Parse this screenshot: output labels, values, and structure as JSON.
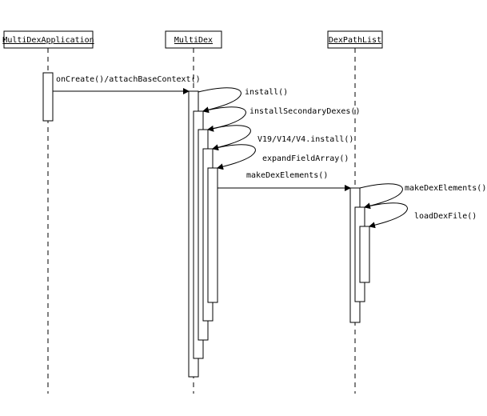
{
  "participants": [
    {
      "id": "app",
      "name": "MultiDexApplication"
    },
    {
      "id": "mdx",
      "name": "MultiDex"
    },
    {
      "id": "dpl",
      "name": "DexPathList"
    }
  ],
  "messages": [
    {
      "from": "app",
      "to": "mdx",
      "label": "onCreate()/attachBaseContext()"
    },
    {
      "from": "mdx",
      "to": "mdx",
      "label": "install()"
    },
    {
      "from": "mdx",
      "to": "mdx",
      "label": "installSecondaryDexes()"
    },
    {
      "from": "mdx",
      "to": "mdx",
      "label": "V19/V14/V4.install()"
    },
    {
      "from": "mdx",
      "to": "mdx",
      "label": "expandFieldArray()"
    },
    {
      "from": "mdx",
      "to": "dpl",
      "label": "makeDexElements()"
    },
    {
      "from": "dpl",
      "to": "dpl",
      "label": "makeDexElements()"
    },
    {
      "from": "dpl",
      "to": "dpl",
      "label": "loadDexFile()"
    }
  ]
}
